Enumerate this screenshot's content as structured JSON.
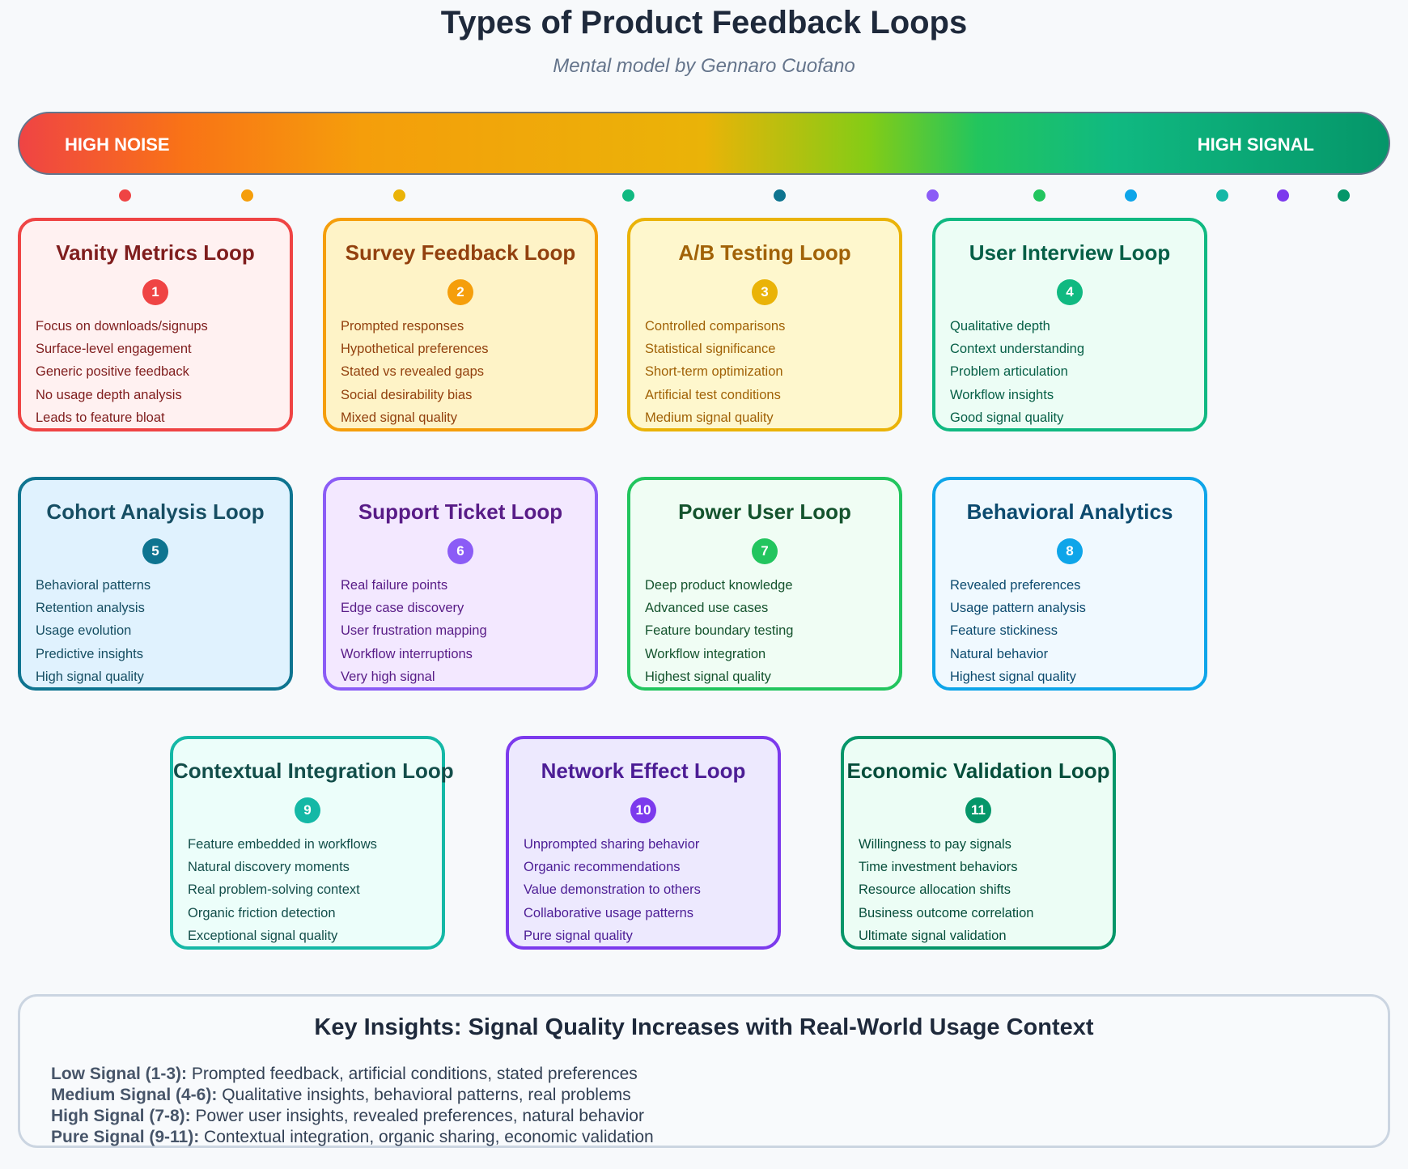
{
  "title": "Types of Product Feedback Loops",
  "subtitle": "Mental model by Gennaro Cuofano",
  "spectrum": {
    "left_label": "HIGH NOISE",
    "right_label": "HIGH SIGNAL",
    "dot_colors": [
      "#ef4444",
      "#f59e0b",
      "#eab308",
      "#10b981",
      "#0e7490",
      "#8b5cf6",
      "#22c55e",
      "#0ea5e9",
      "#14b8a6",
      "#7c3aed",
      "#059669"
    ]
  },
  "cards": [
    {
      "number": "1",
      "title": "Vanity Metrics Loop",
      "border": "#ef4444",
      "bg": "#fff1f1",
      "text_color": "#7f1d1d",
      "items": [
        "Focus on downloads/signups",
        "Surface-level engagement",
        "Generic positive feedback",
        "No usage depth analysis",
        "Leads to feature bloat"
      ]
    },
    {
      "number": "2",
      "title": "Survey Feedback Loop",
      "border": "#f59e0b",
      "bg": "#fef3c7",
      "text_color": "#92400e",
      "items": [
        "Prompted responses",
        "Hypothetical preferences",
        "Stated vs revealed gaps",
        "Social desirability bias",
        "Mixed signal quality"
      ]
    },
    {
      "number": "3",
      "title": "A/B Testing Loop",
      "border": "#eab308",
      "bg": "#fef7cd",
      "text_color": "#a16207",
      "items": [
        "Controlled comparisons",
        "Statistical significance",
        "Short-term optimization",
        "Artificial test conditions",
        "Medium signal quality"
      ]
    },
    {
      "number": "4",
      "title": "User Interview Loop",
      "border": "#10b981",
      "bg": "#ecfdf5",
      "text_color": "#065f46",
      "items": [
        "Qualitative depth",
        "Context understanding",
        "Problem articulation",
        "Workflow insights",
        "Good signal quality"
      ]
    },
    {
      "number": "5",
      "title": "Cohort Analysis Loop",
      "border": "#0e7490",
      "bg": "#e0f2fe",
      "text_color": "#164e63",
      "items": [
        "Behavioral patterns",
        "Retention analysis",
        "Usage evolution",
        "Predictive insights",
        "High signal quality"
      ]
    },
    {
      "number": "6",
      "title": "Support Ticket Loop",
      "border": "#8b5cf6",
      "bg": "#f3e8ff",
      "text_color": "#581c87",
      "items": [
        "Real failure points",
        "Edge case discovery",
        "User frustration mapping",
        "Workflow interruptions",
        "Very high signal"
      ]
    },
    {
      "number": "7",
      "title": "Power User Loop",
      "border": "#22c55e",
      "bg": "#f0fdf4",
      "text_color": "#14532d",
      "items": [
        "Deep product knowledge",
        "Advanced use cases",
        "Feature boundary testing",
        "Workflow integration",
        "Highest signal quality"
      ]
    },
    {
      "number": "8",
      "title": "Behavioral Analytics",
      "border": "#0ea5e9",
      "bg": "#f0f9ff",
      "text_color": "#0c4a6e",
      "items": [
        "Revealed preferences",
        "Usage pattern analysis",
        "Feature stickiness",
        "Natural behavior",
        "Highest signal quality"
      ]
    },
    {
      "number": "9",
      "title": "Contextual Integration Loop",
      "border": "#14b8a6",
      "bg": "#ecfefa",
      "text_color": "#134e4a",
      "items": [
        "Feature embedded in workflows",
        "Natural discovery moments",
        "Real problem-solving context",
        "Organic friction detection",
        "Exceptional signal quality"
      ]
    },
    {
      "number": "10",
      "title": "Network Effect Loop",
      "border": "#7c3aed",
      "bg": "#ede9fe",
      "text_color": "#4c1d95",
      "items": [
        "Unprompted sharing behavior",
        "Organic recommendations",
        "Value demonstration to others",
        "Collaborative usage patterns",
        "Pure signal quality"
      ]
    },
    {
      "number": "11",
      "title": "Economic Validation Loop",
      "border": "#059669",
      "bg": "#ecfdf5",
      "text_color": "#064e3b",
      "items": [
        "Willingness to pay signals",
        "Time investment behaviors",
        "Resource allocation shifts",
        "Business outcome correlation",
        "Ultimate signal validation"
      ]
    }
  ],
  "insights": {
    "heading": "Key Insights: Signal Quality Increases with Real-World Usage Context",
    "rows": [
      {
        "label": "Low Signal (1-3):",
        "text": " Prompted feedback, artificial conditions, stated preferences"
      },
      {
        "label": "Medium Signal (4-6):",
        "text": " Qualitative insights, behavioral patterns, real problems"
      },
      {
        "label": "High Signal (7-8):",
        "text": " Power user insights, revealed preferences, natural behavior"
      },
      {
        "label": "Pure Signal (9-11):",
        "text": " Contextual integration, organic sharing, economic validation"
      }
    ]
  }
}
